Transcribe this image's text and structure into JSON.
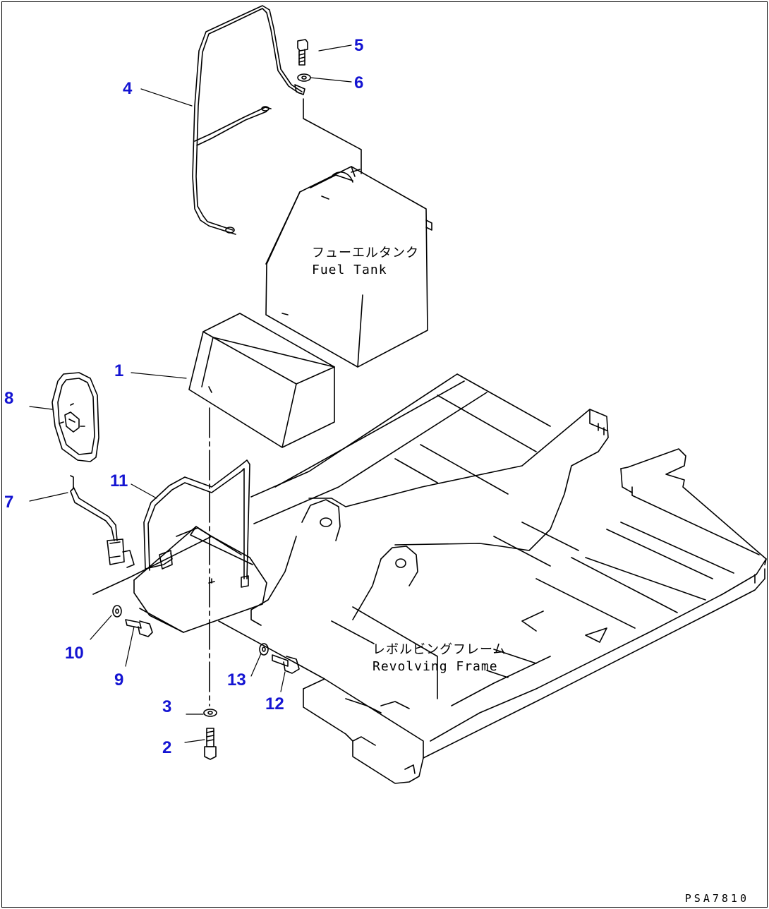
{
  "parts": [
    {
      "id": "1",
      "label": "1"
    },
    {
      "id": "2",
      "label": "2"
    },
    {
      "id": "3",
      "label": "3"
    },
    {
      "id": "4",
      "label": "4"
    },
    {
      "id": "5",
      "label": "5"
    },
    {
      "id": "6",
      "label": "6"
    },
    {
      "id": "7",
      "label": "7"
    },
    {
      "id": "8",
      "label": "8"
    },
    {
      "id": "9",
      "label": "9"
    },
    {
      "id": "10",
      "label": "10"
    },
    {
      "id": "11",
      "label": "11"
    },
    {
      "id": "12",
      "label": "12"
    },
    {
      "id": "13",
      "label": "13"
    }
  ],
  "captions": {
    "fuel_tank_jp": "フューエルタンク",
    "fuel_tank_en": "Fuel Tank",
    "frame_jp": "レボルビングフレーム",
    "frame_en": "Revolving Frame"
  },
  "document_code": "PSA7810",
  "colors": {
    "label": "#1414d2",
    "line": "#000000",
    "background": "#ffffff"
  }
}
